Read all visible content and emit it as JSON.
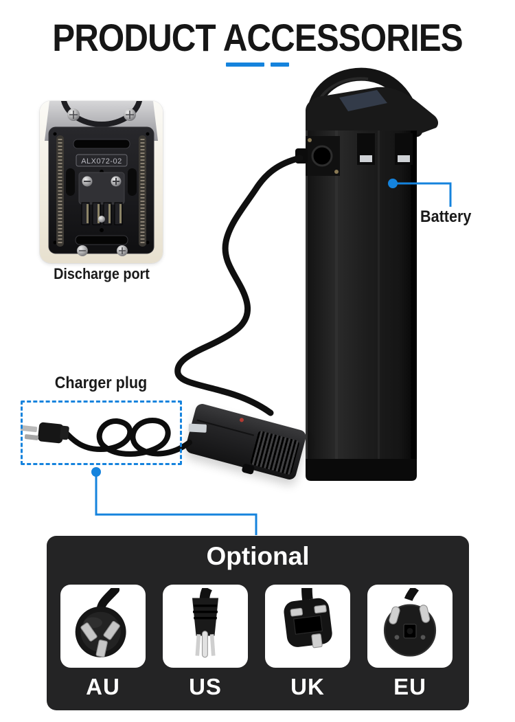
{
  "header": {
    "title": "PRODUCT ACCESSORIES"
  },
  "accent_color": "#1583dd",
  "panel_background": "#242425",
  "callouts": {
    "discharge_port": "Discharge port",
    "battery": "Battery",
    "charger_plug": "Charger plug"
  },
  "discharge_port": {
    "code": "ALX072-02"
  },
  "optional_panel": {
    "title": "Optional",
    "plugs": [
      {
        "label": "AU",
        "icon": "au-plug-icon"
      },
      {
        "label": "US",
        "icon": "us-plug-icon"
      },
      {
        "label": "UK",
        "icon": "uk-plug-icon"
      },
      {
        "label": "EU",
        "icon": "eu-plug-icon"
      }
    ]
  }
}
